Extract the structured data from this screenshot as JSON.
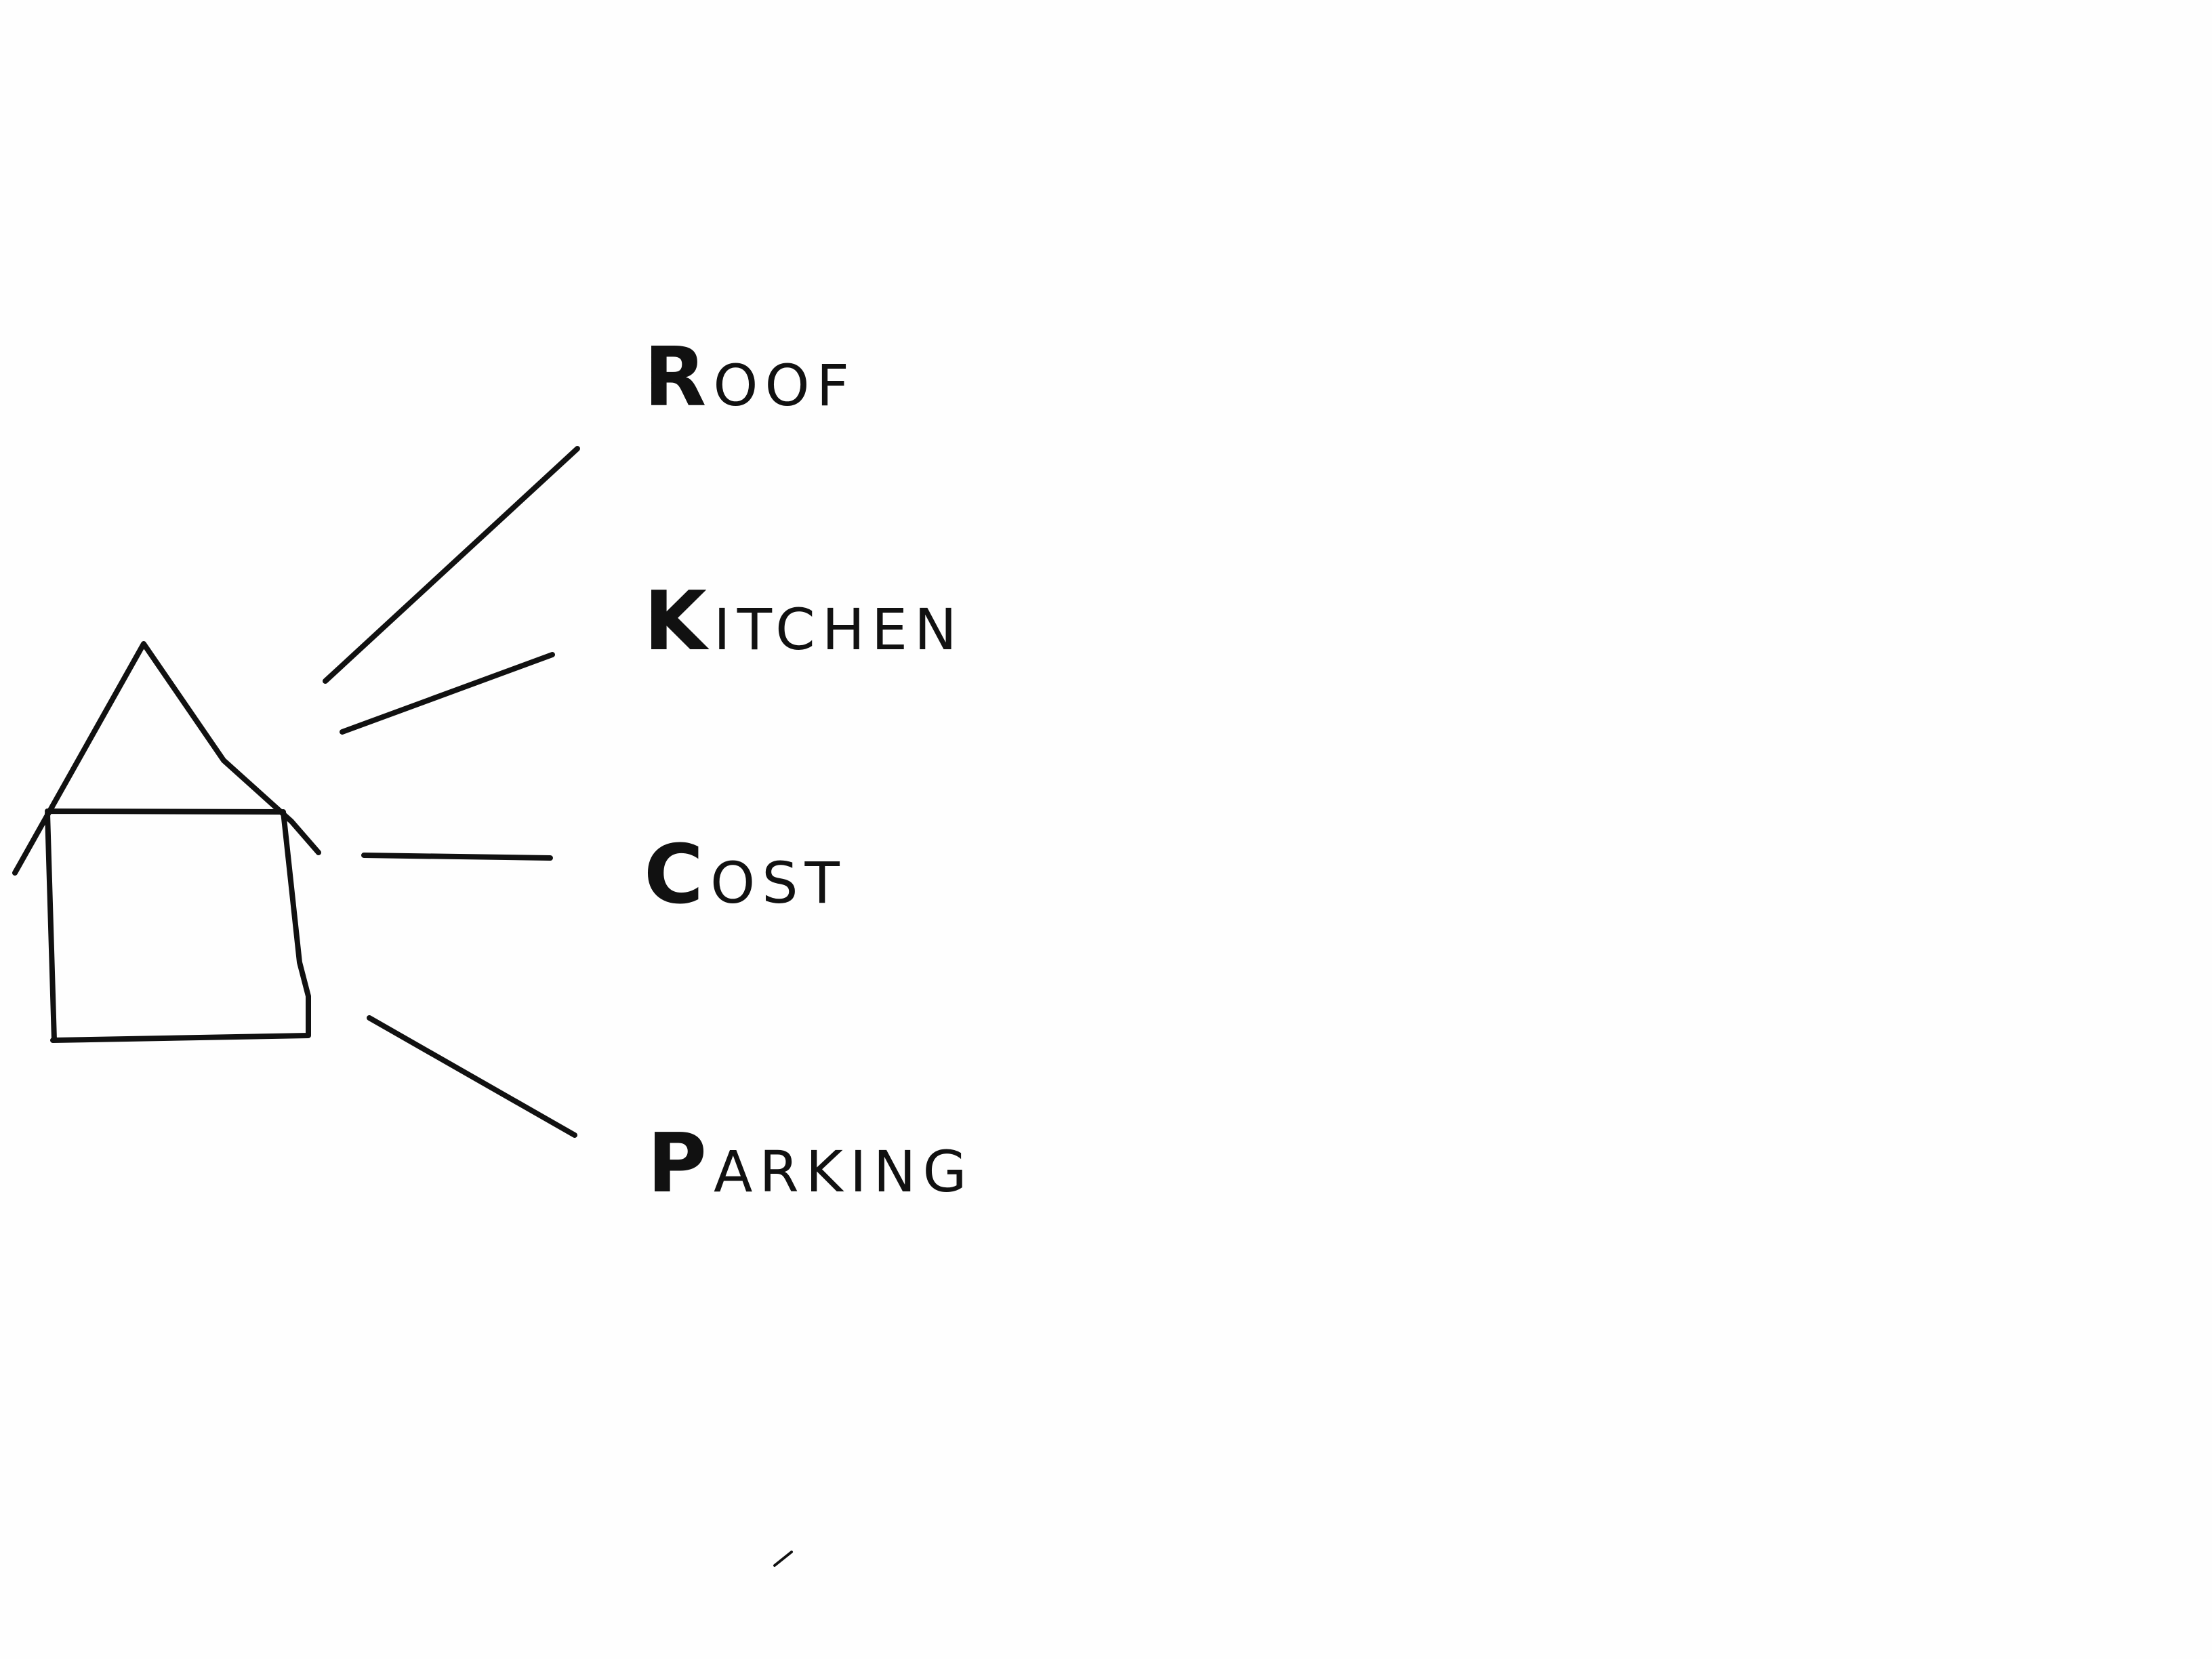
{
  "labels": {
    "roof": {
      "initial": "R",
      "rest": "OOF"
    },
    "kitchen": {
      "initial": "K",
      "rest": "ITCHEN"
    },
    "cost": {
      "initial": "C",
      "rest": "OST"
    },
    "parking": {
      "initial": "P",
      "rest": "ARKING"
    }
  },
  "colors": {
    "ink": "#111111",
    "paper": "#fefefe"
  }
}
